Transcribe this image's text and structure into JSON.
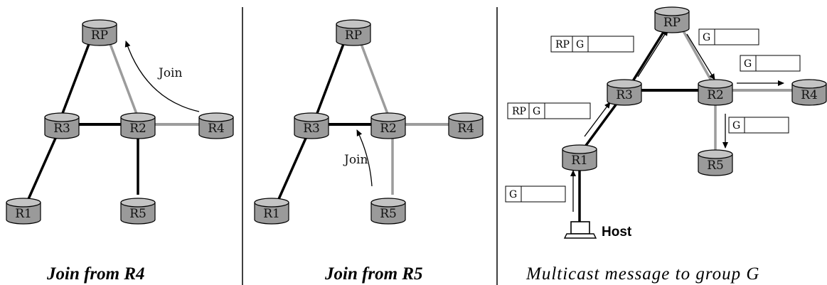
{
  "panels": [
    {
      "caption": "Join from R4",
      "join_label": "Join"
    },
    {
      "caption": "Join from R5",
      "join_label": "Join"
    },
    {
      "caption": "Multicast message to group G"
    }
  ],
  "routers": {
    "rp": "RP",
    "r1": "R1",
    "r2": "R2",
    "r3": "R3",
    "r4": "R4",
    "r5": "R5"
  },
  "host_label": "Host",
  "packets": {
    "rp_g_top": [
      "RP",
      "G"
    ],
    "g_rp_to_r2": [
      "G"
    ],
    "g_r2_to_r4": [
      "G"
    ],
    "rp_g_r1_to_r3": [
      "RP",
      "G"
    ],
    "g_r2_to_r5": [
      "G"
    ],
    "g_host_to_r1": [
      "G"
    ]
  },
  "colors": {
    "router_fill": "#9a9a9a",
    "router_top": "#c4c4c4",
    "tree_edge": "#000000",
    "other_edge": "#9c9c9c"
  }
}
